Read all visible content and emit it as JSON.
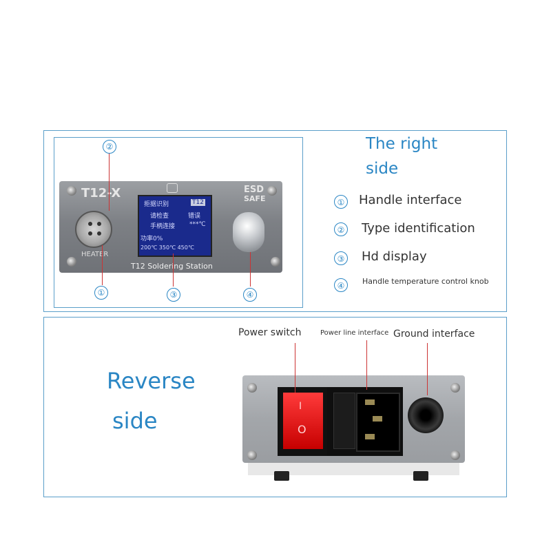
{
  "right_side": {
    "title_line1": "The right",
    "title_line2": "side",
    "legend": [
      {
        "num": "①",
        "text": "Handle interface"
      },
      {
        "num": "②",
        "text": "Type identification"
      },
      {
        "num": "③",
        "text": "Hd display"
      },
      {
        "num": "④",
        "text": "Handle temperature control knob"
      }
    ]
  },
  "front_device": {
    "model": "T12-X",
    "esd_line1": "ESD",
    "esd_line2": "SAFE",
    "connector_label": "HEATER",
    "station_label": "T12 Soldering Station",
    "screen_lines": [
      "拒据识别",
      "T12",
      "请检查",
      "错误",
      "手柄连接",
      "***℃",
      "功率0%",
      "200℃ 350℃ 450℃"
    ],
    "callouts": [
      "②",
      "①",
      "③",
      "④"
    ]
  },
  "reverse_side": {
    "title_line1": "Reverse",
    "title_line2": "side",
    "labels": {
      "power_switch": "Power switch",
      "power_line": "Power line interface",
      "ground": "Ground interface"
    },
    "switch_on": "I",
    "switch_off": "O"
  },
  "colors": {
    "accent_blue": "#2a86c4",
    "frame_blue": "#5a9ec9",
    "switch_red": "#e01010",
    "screen_blue": "#1a2a8c"
  }
}
